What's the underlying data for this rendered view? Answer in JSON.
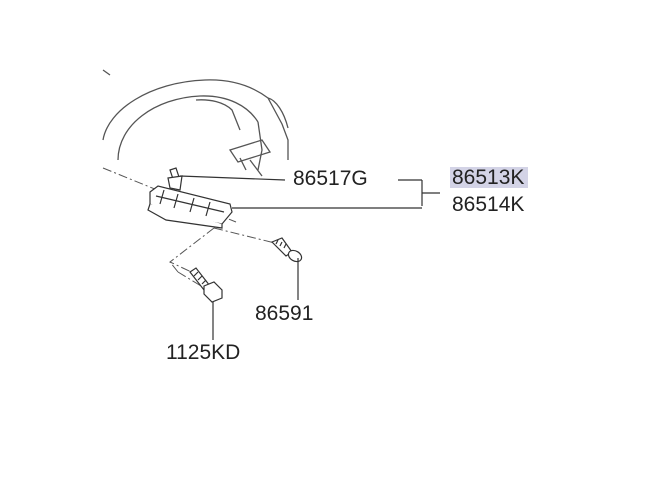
{
  "diagram": {
    "labels": {
      "bracket_clip": "86517G",
      "bracket_lh": "86513K",
      "bracket_rh": "86514K",
      "screw": "86591",
      "bolt": "1125KD"
    },
    "highlighted_part": "86513K",
    "highlight_color": "#d3d3e6",
    "line_color": "#333333"
  }
}
